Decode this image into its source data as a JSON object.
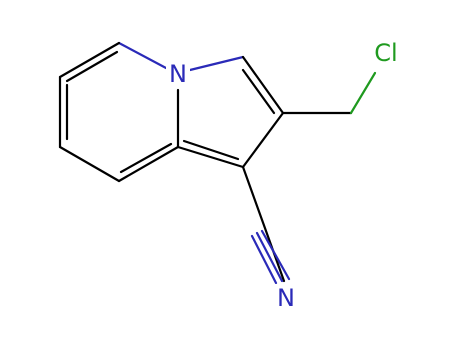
{
  "molecule": {
    "atoms": {
      "n_ring": {
        "label": "N",
        "color": "#2a2ab8"
      },
      "n_nitrile": {
        "label": "N",
        "color": "#2a2ab8"
      },
      "cl": {
        "label": "Cl",
        "color": "#1f9a1f"
      }
    },
    "colors": {
      "bond": "#000000",
      "nitrogen": "#2a2ab8",
      "chlorine": "#1f9a1f"
    }
  }
}
